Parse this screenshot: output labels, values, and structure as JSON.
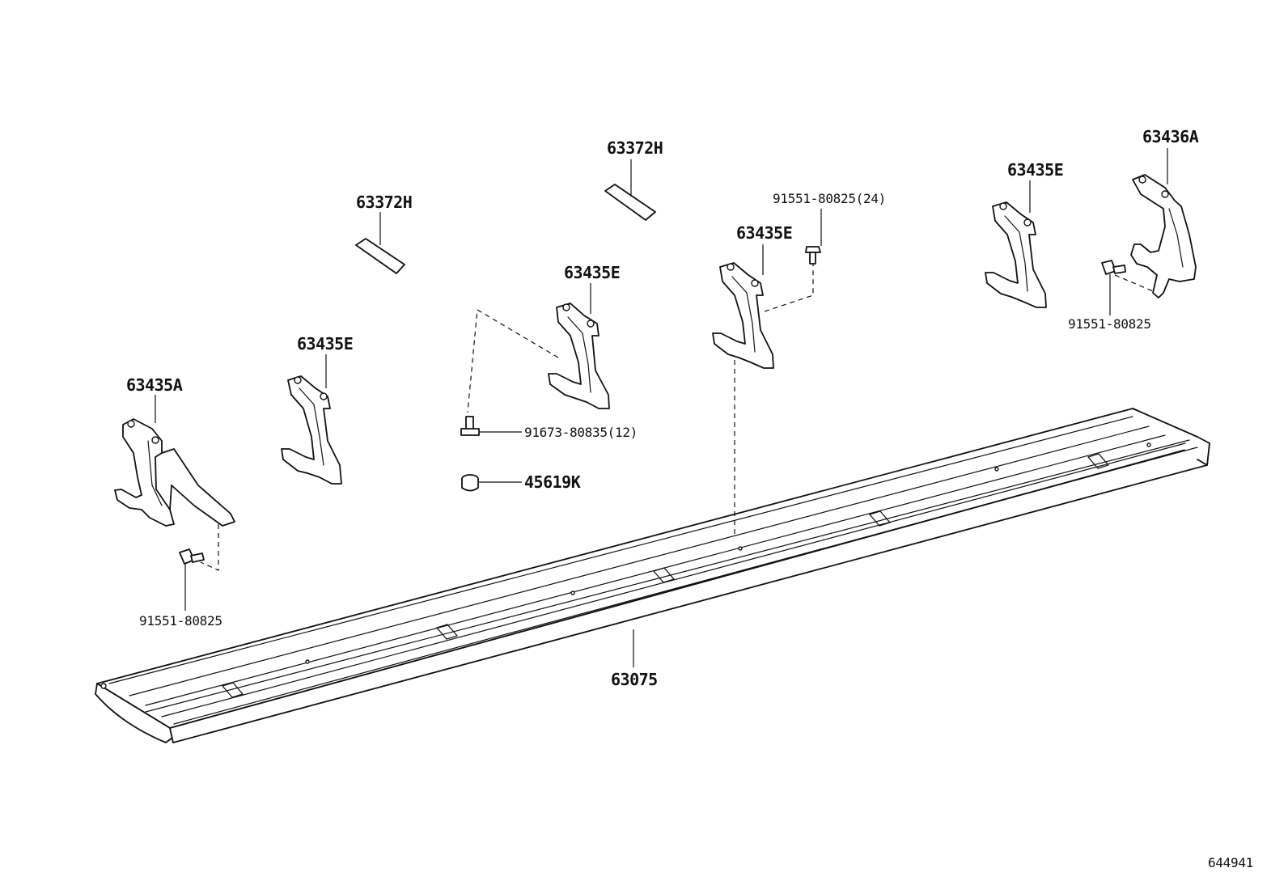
{
  "diagram_id": "644941",
  "parts": {
    "step_board": "63075",
    "bracket_front": "63435A",
    "bracket_rear": "63436A",
    "bracket_1": "63435E",
    "bracket_2": "63435E",
    "bracket_3": "63435E",
    "bracket_4": "63435E",
    "pad_1": "63372H",
    "pad_2": "63372H",
    "bolt_12": "91673-80835(12)",
    "nut": "45619K",
    "bolt_24": "91551-80825(24)",
    "bolt_front": "91551-80825",
    "bolt_rear": "91551-80825"
  }
}
